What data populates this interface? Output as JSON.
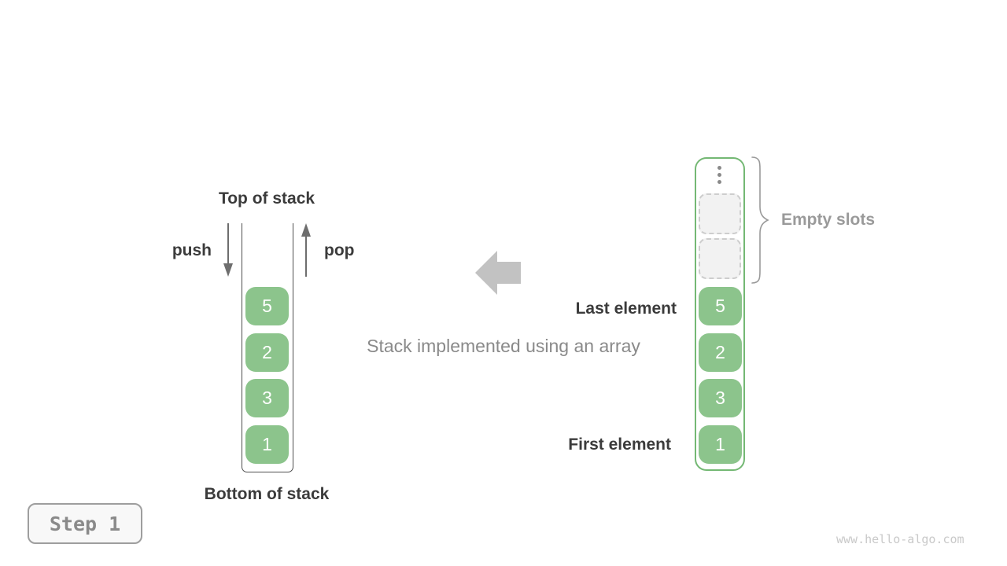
{
  "left_stack": {
    "top_label": "Top of stack",
    "bottom_label": "Bottom of stack",
    "push_label": "push",
    "pop_label": "pop",
    "elements": [
      "5",
      "2",
      "3",
      "1"
    ]
  },
  "center": {
    "caption": "Stack implemented using an array"
  },
  "right_array": {
    "last_element_label": "Last element",
    "first_element_label": "First element",
    "empty_slots_label": "Empty slots",
    "empty_slot_count": 2,
    "ellipsis_icon": "vertical-ellipsis",
    "elements": [
      "5",
      "2",
      "3",
      "1"
    ]
  },
  "footer": {
    "step_label": "Step 1",
    "watermark": "www.hello-algo.com"
  },
  "colors": {
    "element_green": "#8CC48C",
    "array_border_green": "#74B874",
    "dark_label": "#3B3B3B",
    "gray_label": "#9A9A9A",
    "caption_gray": "#8A8A8A",
    "big_arrow_gray": "#C2C2C2",
    "small_arrow_gray": "#6E6E6E",
    "empty_slot_fill": "#F2F2F2",
    "empty_slot_border": "#CDCDCD",
    "watermark_gray": "#C9C9C9"
  }
}
